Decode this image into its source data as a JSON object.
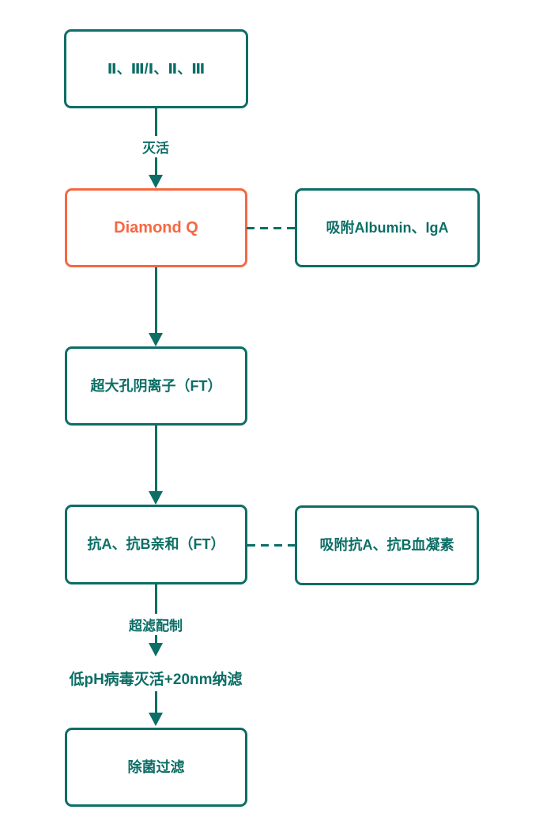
{
  "colors": {
    "teal": "#0c6e66",
    "orange": "#f66742",
    "bg": "#ffffff"
  },
  "flowchart": {
    "main_nodes": {
      "start": {
        "label": "Ⅱ、Ⅲ/Ⅰ、Ⅱ、Ⅲ"
      },
      "diamond_q": {
        "label": "Diamond Q"
      },
      "anion": {
        "label": "超大孔阴离子（FT）"
      },
      "affinity": {
        "label": "抗A、抗B亲和（FT）"
      },
      "sterile": {
        "label": "除菌过滤"
      }
    },
    "side_nodes": {
      "adsorb_albumin": {
        "label": "吸附Albumin、IgA"
      },
      "adsorb_hemagglutinin": {
        "label": "吸附抗A、抗B血凝素"
      }
    },
    "edge_labels": {
      "inactivation": {
        "label": "灭活"
      },
      "ultrafiltration": {
        "label": "超滤配制"
      }
    },
    "text_nodes": {
      "low_ph_step": {
        "label": "低pH病毒灭活+20nm纳滤"
      }
    }
  }
}
